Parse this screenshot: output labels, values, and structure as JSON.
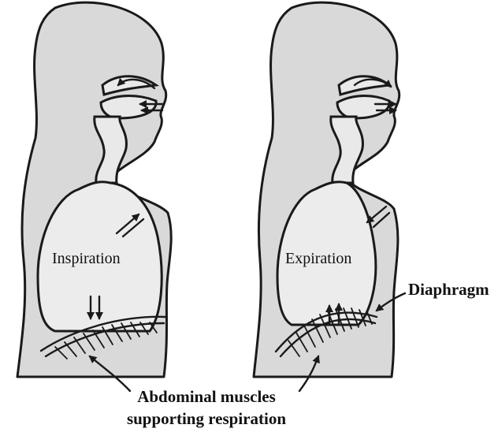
{
  "labels": {
    "inspiration": "Inspiration",
    "expiration": "Expiration",
    "diaphragm": "Diaphragm",
    "abdominal_line1": "Abdominal muscles",
    "abdominal_line2": "supporting respiration"
  },
  "colors": {
    "body": "#d9d9d9",
    "lung": "#ececec",
    "ink": "#1a1a1a"
  }
}
